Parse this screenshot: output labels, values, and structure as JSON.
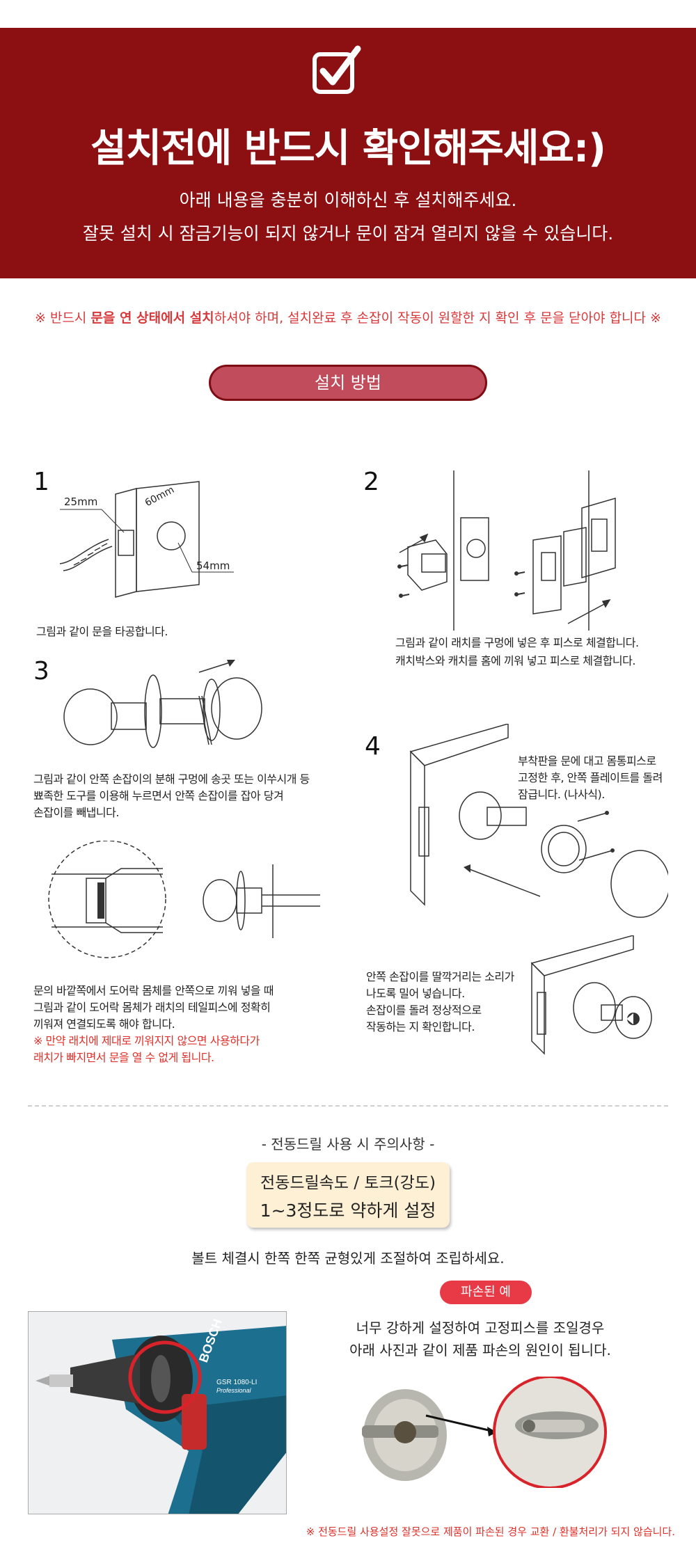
{
  "header": {
    "title": "설치전에 반드시 확인해주세요:)",
    "subtitle_1": "아래 내용을 충분히 이해하신 후 설치해주세요.",
    "subtitle_2": "잘못 설치 시 잠금기능이 되지 않거나  문이 잠겨 열리지 않을 수 있습니다."
  },
  "warning": {
    "prefix": "※ 반드시 ",
    "emphasis": "문을 연 상태에서 설치",
    "suffix": "하셔야 하며, 설치완료 후 손잡이 작동이 원할한 지 확인 후 문을 닫아야 합니다 ※"
  },
  "install_method": {
    "label": "설치 방법"
  },
  "steps": {
    "s1": {
      "num": "1",
      "caption": "그림과 같이 문을 타공합니다.",
      "dim_25": "25mm",
      "dim_60": "60mm",
      "dim_54": "54mm"
    },
    "s2": {
      "num": "2",
      "caption_1": "그림과 같이 래치를 구멍에 넣은 후 피스로 체결합니다.",
      "caption_2": "캐치박스와 캐치를 홈에 끼워 넣고 피스로 체결합니다."
    },
    "s3": {
      "num": "3",
      "caption_1": "그림과 같이 안쪽 손잡이의 분해 구멍에 송곳 또는 이쑤시개 등",
      "caption_2": "뾰족한 도구를 이용해 누르면서 안쪽 손잡이를 잡아 당겨",
      "caption_3": "손잡이를 빼냅니다."
    },
    "s3b": {
      "caption_1": "문의 바깥쪽에서 도어락 몸체를 안쪽으로 끼워 넣을 때",
      "caption_2": "그림과 같이 도어락 몸체가 래치의 테일피스에 정확히",
      "caption_3": "끼워져 연결되도록 해야 합니다.",
      "warn_1": "※ 만약 래치에 제대로 끼워지지 않으면 사용하다가",
      "warn_2": "래치가 빠지면서 문을 열 수 없게 됩니다."
    },
    "s4": {
      "num": "4",
      "caption_1": "부착판을 문에 대고 몸통피스로",
      "caption_2": "고정한 후, 안쪽 플레이트를 돌려",
      "caption_3": "잠급니다. (나사식)."
    },
    "s4b": {
      "caption_1": "안쪽 손잡이를 딸깍거리는 소리가",
      "caption_2": "나도록 밀어 넣습니다.",
      "caption_3": "손잡이를 돌려 정상적으로",
      "caption_4": "작동하는 지 확인합니다."
    }
  },
  "drill": {
    "heading": "- 전동드릴 사용 시 주의사항 -",
    "speed_line_1": "전동드릴속도 / 토크(강도)",
    "speed_line_2": "1~3정도로 약하게 설정",
    "bolt_line": "볼트 체결시 한쪽 한쪽 균형있게 조절하여 조립하세요.",
    "brand_text": "BOSCH",
    "model_text": "GSR 1080-LI",
    "model_sub": "Professional"
  },
  "damage": {
    "label": "파손된 예",
    "text_1": "너무 강하게 설정하여 고정피스를 조일경우",
    "text_2": "아래 사진과 같이 제품 파손의 원인이 됩니다.",
    "foot_note": "※ 전동드릴 사용설정 잘못으로 제품이 파손된 경우 교환 / 환불처리가 되지 않습니다."
  },
  "colors": {
    "header_bg": "#8c0f12",
    "pill_bg": "#c14c5c",
    "warn_red": "#d9383a",
    "damage_pill": "#e83a46",
    "speed_box": "#fdf0d5"
  }
}
